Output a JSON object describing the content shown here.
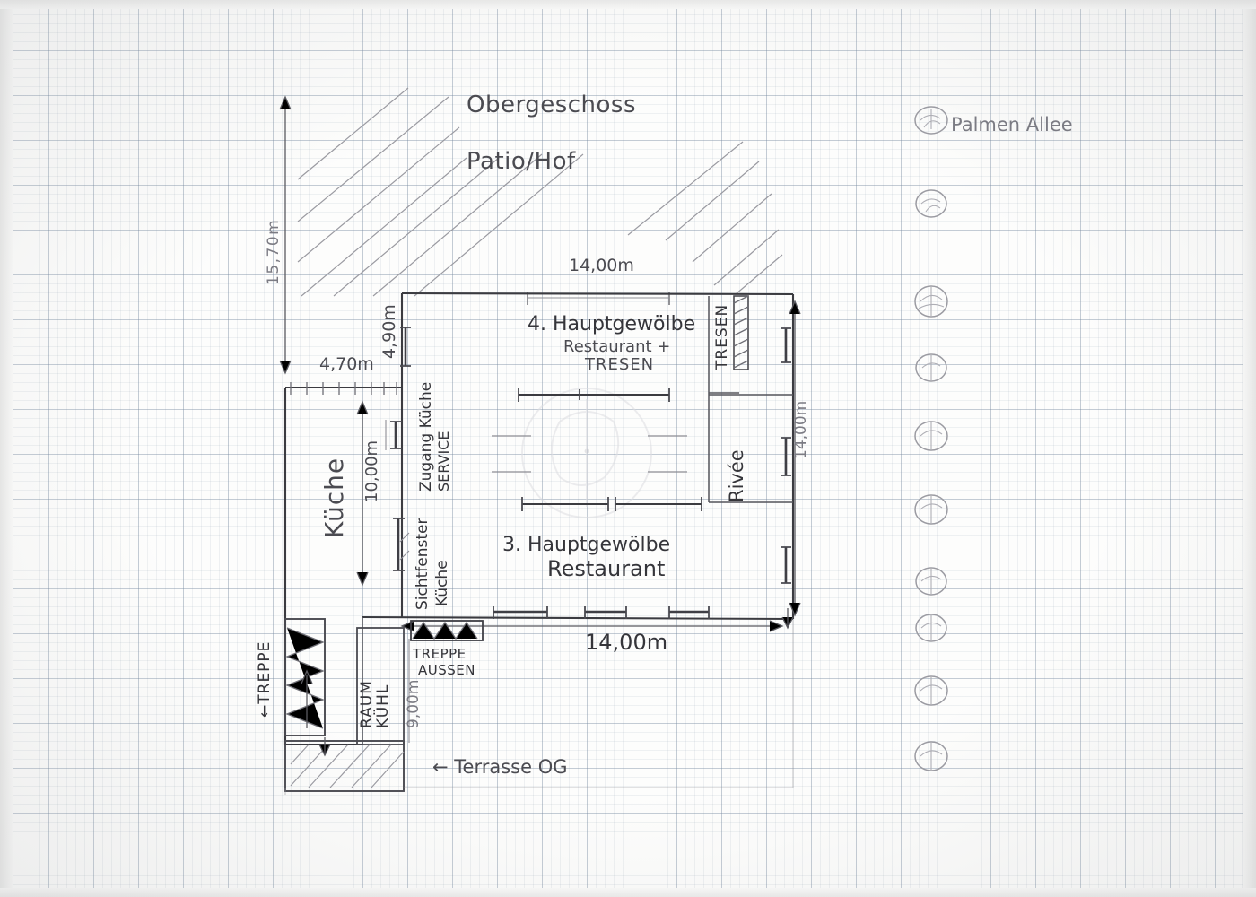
{
  "document": {
    "type": "hand-drawn architectural floor plan on graph paper",
    "title": "Obergeschoss",
    "subtitle": "Patio/Hof"
  },
  "labels": {
    "upper_floor": "Obergeschoss",
    "patio": "Patio/Hof",
    "palm_avenue": "Palmen Allee",
    "vault4_title": "4. Hauptgewölbe",
    "vault4_sub1": "Restaurant +",
    "vault4_sub2": "TRESEN",
    "vault3_title": "3. Hauptgewölbe",
    "vault3_sub": "Restaurant",
    "tresen": "TRESEN",
    "rivee": "Rivée",
    "kueche": "Küche",
    "zugang_kueche": "Zugang Küche",
    "service": "SERVICE",
    "sichtfenster": "Sichtfenster",
    "sichtfenster_kueche": "Küche",
    "kuehl_raum_1": "KÜHL",
    "kuehl_raum_2": "RAUM",
    "treppe_aussen_1": "TREPPE",
    "treppe_aussen_2": "AUSSEN",
    "treppe": "←TREPPE",
    "terrasse_og": "← Terrasse OG"
  },
  "dimensions": {
    "left_height": "15,70m",
    "kitchen_width": "4,70m",
    "upper_left_height": "4,90m",
    "kitchen_height": "10,00m",
    "top_width": "14,00m",
    "bottom_width": "14,00m",
    "right_height": "14,00m",
    "cold_room_height": "9,00m"
  },
  "colors": {
    "paper": "#fdfdfc",
    "grid_minor": "#788c a0",
    "ink": "#4a4a4f",
    "ink_dark": "#35353a",
    "ink_light": "#8c8c93"
  },
  "chart_data": {
    "type": "diagram",
    "title": "Obergeschoss - Patio/Hof floor plan",
    "rooms": [
      {
        "name": "4. Hauptgewölbe",
        "use": "Restaurant + TRESEN"
      },
      {
        "name": "3. Hauptgewölbe",
        "use": "Restaurant"
      },
      {
        "name": "Küche",
        "use": "kitchen"
      },
      {
        "name": "KÜHL RAUM",
        "use": "cold storage"
      },
      {
        "name": "Rivée",
        "use": "side area"
      },
      {
        "name": "Terrasse OG",
        "use": "terrace"
      }
    ],
    "measurements": [
      {
        "label": "15,70m",
        "axis": "vertical",
        "side": "left outer"
      },
      {
        "label": "4,70m",
        "axis": "horizontal",
        "side": "kitchen top"
      },
      {
        "label": "4,90m",
        "axis": "vertical",
        "side": "upper left"
      },
      {
        "label": "10,00m",
        "axis": "vertical",
        "side": "kitchen"
      },
      {
        "label": "14,00m",
        "axis": "horizontal",
        "side": "top"
      },
      {
        "label": "14,00m",
        "axis": "horizontal",
        "side": "bottom"
      },
      {
        "label": "14,00m",
        "axis": "vertical",
        "side": "right"
      },
      {
        "label": "9,00m",
        "axis": "vertical",
        "side": "cold room"
      }
    ]
  }
}
